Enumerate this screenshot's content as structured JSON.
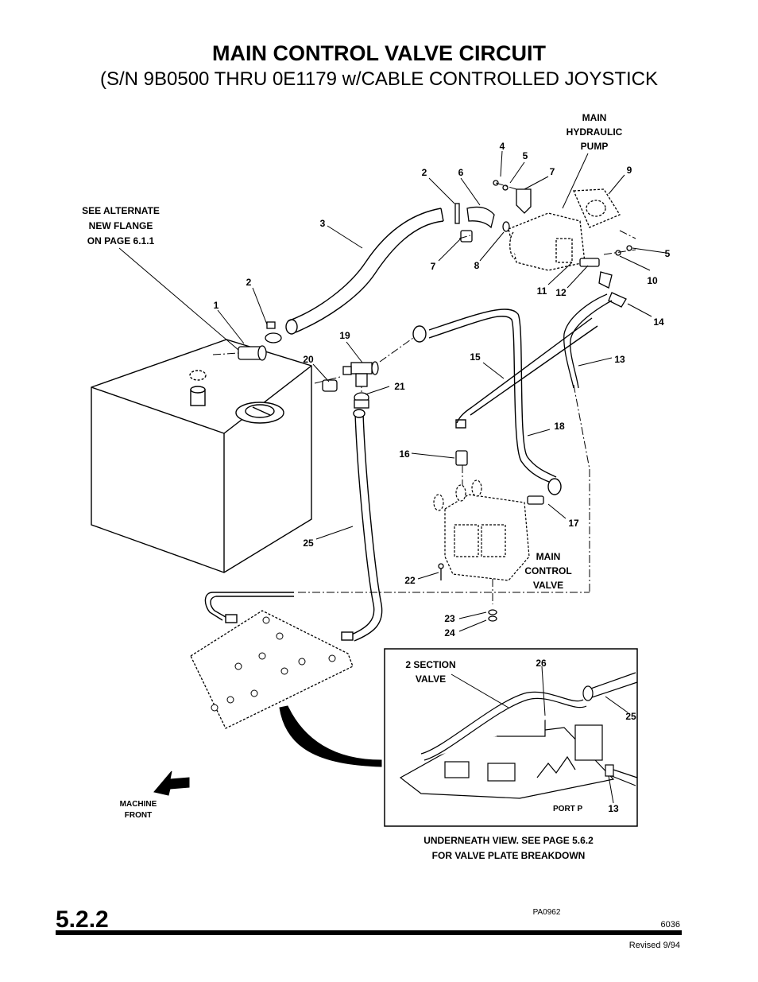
{
  "title": "MAIN CONTROL VALVE CIRCUIT",
  "subtitle": "(S/N 9B0500 THRU 0E1179 w/CABLE CONTROLLED JOYSTICK",
  "callouts": {
    "main_hydraulic_pump": [
      "MAIN",
      "HYDRAULIC",
      "PUMP"
    ],
    "see_alternate": [
      "SEE ALTERNATE",
      "NEW FLANGE",
      "ON PAGE 6.1.1"
    ],
    "main_control_valve": [
      "MAIN",
      "CONTROL",
      "VALVE"
    ],
    "machine_front": [
      "MACHINE",
      "FRONT"
    ],
    "two_section_valve": [
      "2 SECTION",
      "VALVE"
    ],
    "port_p": "PORT P",
    "underneath_view": [
      "UNDERNEATH VIEW.  SEE PAGE 5.6.2",
      "FOR VALVE PLATE BREAKDOWN"
    ]
  },
  "part_numbers": {
    "n1": "1",
    "n2a": "2",
    "n2b": "2",
    "n3": "3",
    "n4": "4",
    "n5a": "5",
    "n5b": "5",
    "n6": "6",
    "n7a": "7",
    "n7b": "7",
    "n8": "8",
    "n9": "9",
    "n10": "10",
    "n11": "11",
    "n12": "12",
    "n13a": "13",
    "n13b": "13",
    "n14": "14",
    "n15": "15",
    "n16": "16",
    "n17": "17",
    "n18": "18",
    "n19": "19",
    "n20": "20",
    "n21": "21",
    "n22": "22",
    "n23": "23",
    "n24": "24",
    "n25a": "25",
    "n25b": "25",
    "n26": "26"
  },
  "footer": {
    "page_number": "5.2.2",
    "drawing_id": "PA0962",
    "doc_number": "6036",
    "revised": "Revised 9/94"
  }
}
